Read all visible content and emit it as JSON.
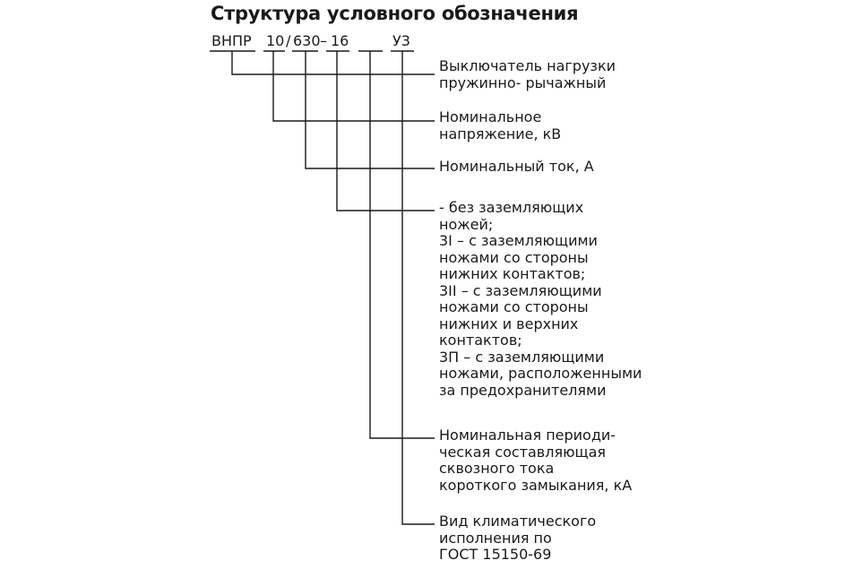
{
  "title": "Структура условного обозначения",
  "code": {
    "series": "ВНПР",
    "voltage": "10",
    "slash": "/",
    "current": "630",
    "dash": "–",
    "breaking": "16",
    "climate": "У3"
  },
  "descriptions": {
    "switch_type": "Выключатель нагрузки\nпружинно- рычажный",
    "rated_voltage": "Номинальное\nнапряжение, кВ",
    "rated_current": "Номинальный ток, А",
    "grounding": "- без заземляющих\nножей;\n3I – с заземляющими\nножами со стороны\nнижних контактов;\n3II – с заземляющими\nножами со стороны\nнижних и верхних\nконтактов;\n3П – с заземляющими\nножами, расположенными\nза предохранителями",
    "through_current": "Номинальная периоди-\nческая составляющая\nсквозного тока\nкороткого замыкания, кА",
    "climate": "Вид климатического\nисполнения по\nГОСТ 15150-69"
  }
}
